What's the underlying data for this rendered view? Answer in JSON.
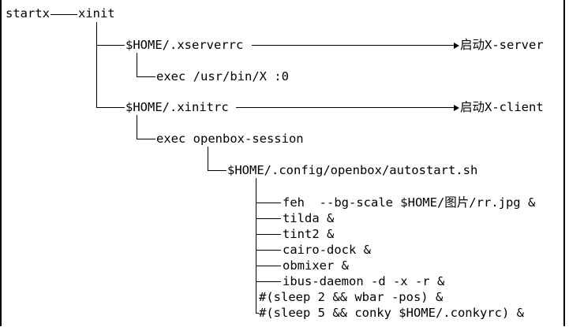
{
  "root": {
    "startx": "startx",
    "xinit": "xinit"
  },
  "xserver": {
    "file": "$HOME/.xserverrc",
    "target": "启动X-server",
    "exec": "exec /usr/bin/X :0"
  },
  "xclient": {
    "file": "$HOME/.xinitrc",
    "target": "启动X-client",
    "exec": "exec openbox-session",
    "autostart": "$HOME/.config/openbox/autostart.sh"
  },
  "autostart_items": [
    "feh  --bg-scale $HOME/图片/rr.jpg &",
    "tilda &",
    "tint2 &",
    "cairo-dock &",
    "obmixer &",
    "ibus-daemon -d -x -r &",
    "#(sleep 2 && wbar -pos) &",
    "#(sleep 5 && conky $HOME/.conkyrc) &"
  ]
}
